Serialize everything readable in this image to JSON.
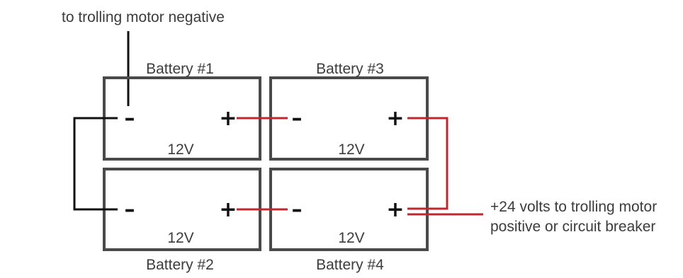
{
  "annotations": {
    "negative_note": "to trolling motor negative",
    "positive_note_line1": "+24 volts to trolling motor",
    "positive_note_line2": "positive or circuit breaker"
  },
  "batteries": [
    {
      "id": 1,
      "title": "Battery #1",
      "voltage": "12V",
      "neg": "–",
      "pos": "+"
    },
    {
      "id": 2,
      "title": "Battery #2",
      "voltage": "12V",
      "neg": "–",
      "pos": "+"
    },
    {
      "id": 3,
      "title": "Battery #3",
      "voltage": "12V",
      "neg": "–",
      "pos": "+"
    },
    {
      "id": 4,
      "title": "Battery #4",
      "voltage": "12V",
      "neg": "–",
      "pos": "+"
    }
  ],
  "colors": {
    "negative_wire": "#111111",
    "positive_wire": "#c0272d",
    "battery_outline": "#4a4a4a"
  }
}
